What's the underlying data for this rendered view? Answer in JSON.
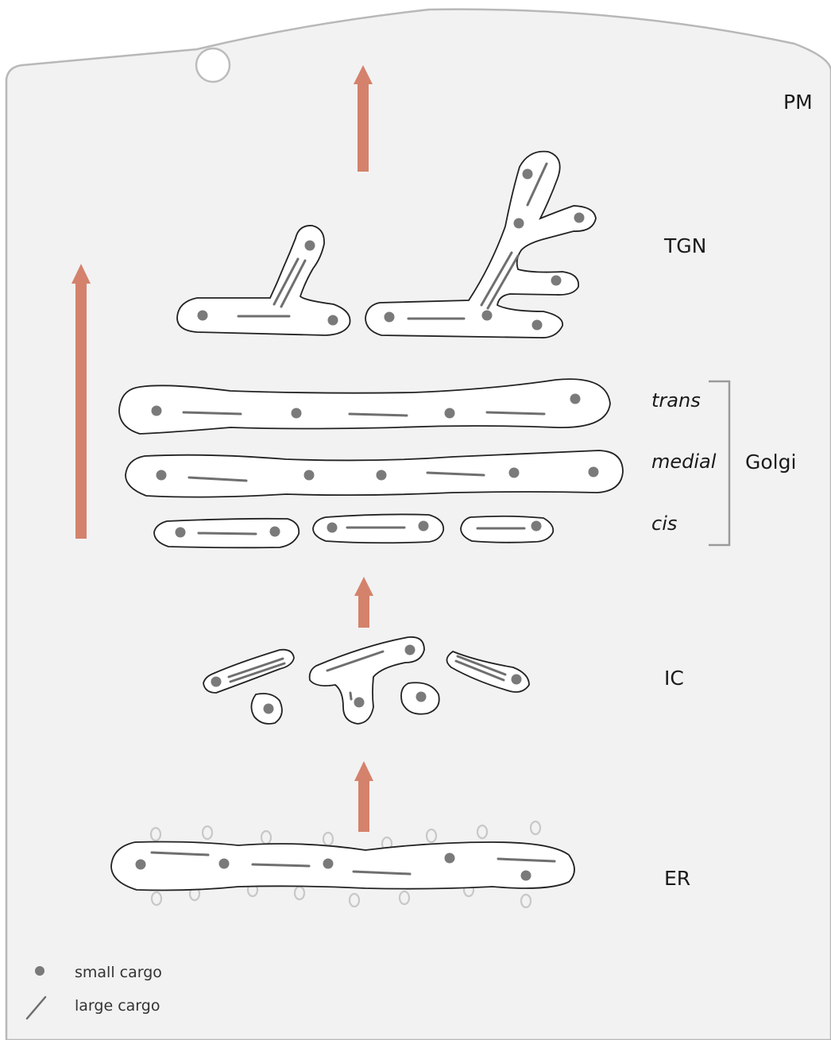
{
  "labels": {
    "pm": "PM",
    "tgn": "TGN",
    "trans": "trans",
    "medial": "medial",
    "cis": "cis",
    "golgi": "Golgi",
    "ic": "IC",
    "er": "ER"
  },
  "legend": {
    "small_cargo": "small cargo",
    "large_cargo": "large cargo"
  },
  "colors": {
    "background": "#f2f2f2",
    "arrow": "#d4826c",
    "outline": "#222222",
    "cargo": "#7a7a7a",
    "ribosome": "#c8c8c8"
  }
}
